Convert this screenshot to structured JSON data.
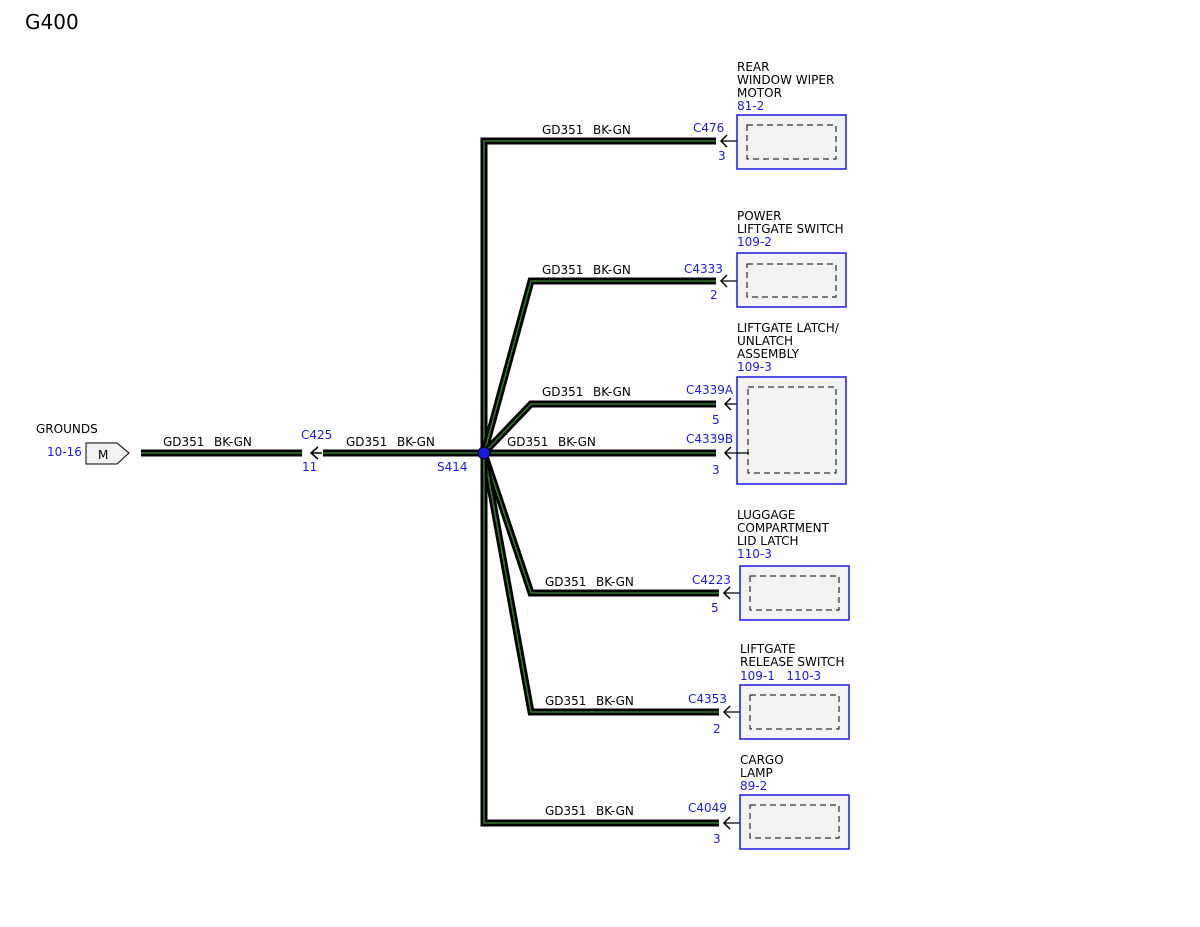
{
  "title": "G400",
  "colors": {
    "ref": "#1a1ae6",
    "wire": "#000000",
    "wire_stripe": "#2d7a2d"
  },
  "grounds": {
    "label": "GROUNDS",
    "ref": "10-16",
    "symbol": "M"
  },
  "feed": {
    "wire_left": {
      "circuit": "GD351",
      "color": "BK-GN"
    },
    "connector": {
      "name": "C425",
      "pin": "11"
    },
    "wire_right": {
      "circuit": "GD351",
      "color": "BK-GN"
    }
  },
  "splice": {
    "name": "S414"
  },
  "branches": [
    {
      "circuit": "GD351",
      "color": "BK-GN",
      "connector": "C476",
      "pin": "3",
      "component": [
        "REAR",
        "WINDOW WIPER",
        "MOTOR"
      ],
      "refs": "81-2"
    },
    {
      "circuit": "GD351",
      "color": "BK-GN",
      "connector": "C4333",
      "pin": "2",
      "component": [
        "POWER",
        "LIFTGATE SWITCH"
      ],
      "refs": "109-2"
    },
    {
      "circuit": "GD351",
      "color": "BK-GN",
      "connector": "C4339A",
      "pin": "5",
      "component": [
        "LIFTGATE LATCH/",
        "UNLATCH",
        "ASSEMBLY"
      ],
      "refs": "109-3"
    },
    {
      "circuit": "GD351",
      "color": "BK-GN",
      "connector": "C4339B",
      "pin": "3",
      "component": [],
      "refs": ""
    },
    {
      "circuit": "GD351",
      "color": "BK-GN",
      "connector": "C4223",
      "pin": "5",
      "component": [
        "LUGGAGE",
        "COMPARTMENT",
        "LID LATCH"
      ],
      "refs": "110-3"
    },
    {
      "circuit": "GD351",
      "color": "BK-GN",
      "connector": "C4353",
      "pin": "2",
      "component": [
        "LIFTGATE",
        "RELEASE SWITCH"
      ],
      "refs": "109-1   110-3"
    },
    {
      "circuit": "GD351",
      "color": "BK-GN",
      "connector": "C4049",
      "pin": "3",
      "component": [
        "CARGO",
        "LAMP"
      ],
      "refs": "89-2"
    }
  ]
}
